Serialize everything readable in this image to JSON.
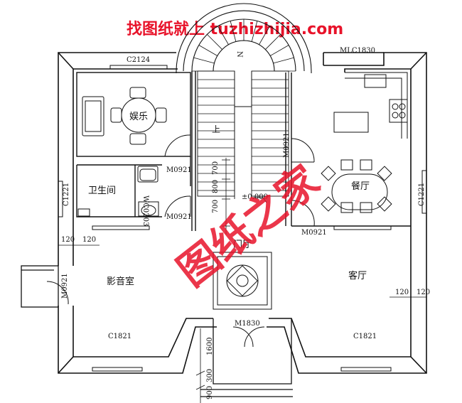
{
  "banner": {
    "text": "找图纸就上 tuzhizhijia.com",
    "color": "#e8132a"
  },
  "watermark": {
    "text": "图纸之家",
    "color": "#e8132a"
  },
  "rooms": {
    "entertainment": "娱乐",
    "bathroom": "卫生间",
    "dining": "餐厅",
    "foyer": "门厅",
    "theater": "影音室",
    "living": "客厅"
  },
  "stair_up": "上",
  "elevation": "±0.000",
  "windows": {
    "top_left": "C2124",
    "top_right": "MLC1830",
    "bottom_left": "C1821",
    "bottom_right": "C1821",
    "front_door": "M1830",
    "left_wall": "C1221",
    "right_wall": "C1221"
  },
  "doors": {
    "ent_door": "M0921",
    "bath_door": "M0921",
    "dining_door": "M0921",
    "living_door": "M0921",
    "theater_door": "M0921",
    "small_bath_label": "WC0203"
  },
  "dims": {
    "d700": "700",
    "d800": "800",
    "d200": "700",
    "left_120a": "120",
    "left_120b": "120",
    "right_120a": "120",
    "right_120b": "120",
    "porch_1600": "1600",
    "porch_300": "300",
    "porch_900": "900"
  }
}
